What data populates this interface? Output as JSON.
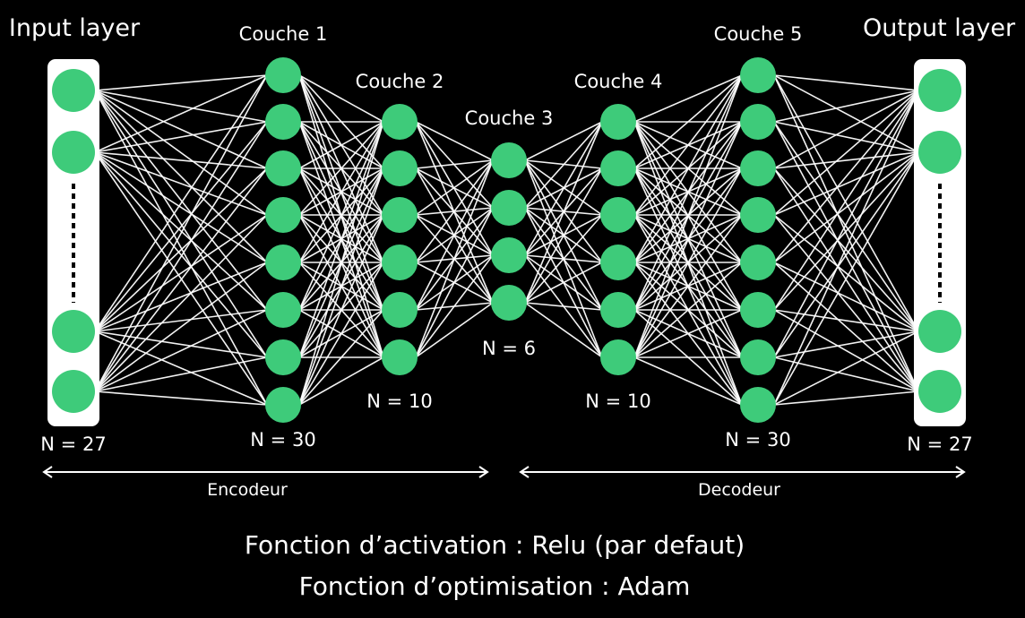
{
  "colors": {
    "background": "#000000",
    "node": "#3ecb7a",
    "edge": "#ffffff",
    "panel": "#ffffff"
  },
  "layers": [
    {
      "id": "input",
      "title": "Input layer",
      "count_label": "N = 27",
      "visible_nodes": 4,
      "ellipsis": true
    },
    {
      "id": "c1",
      "title": "Couche 1",
      "count_label": "N = 30",
      "visible_nodes": 8,
      "ellipsis": false
    },
    {
      "id": "c2",
      "title": "Couche 2",
      "count_label": "N = 10",
      "visible_nodes": 6,
      "ellipsis": false
    },
    {
      "id": "c3",
      "title": "Couche 3",
      "count_label": "N = 6",
      "visible_nodes": 4,
      "ellipsis": false
    },
    {
      "id": "c4",
      "title": "Couche 4",
      "count_label": "N = 10",
      "visible_nodes": 6,
      "ellipsis": false
    },
    {
      "id": "c5",
      "title": "Couche 5",
      "count_label": "N = 30",
      "visible_nodes": 8,
      "ellipsis": false
    },
    {
      "id": "output",
      "title": "Output layer",
      "count_label": "N = 27",
      "visible_nodes": 4,
      "ellipsis": true
    }
  ],
  "spans": {
    "encoder": "Encodeur",
    "decoder": "Decodeur"
  },
  "footer": {
    "activation": "Fonction d’activation : Relu (par defaut)",
    "optimisation": "Fonction d’optimisation : Adam"
  }
}
